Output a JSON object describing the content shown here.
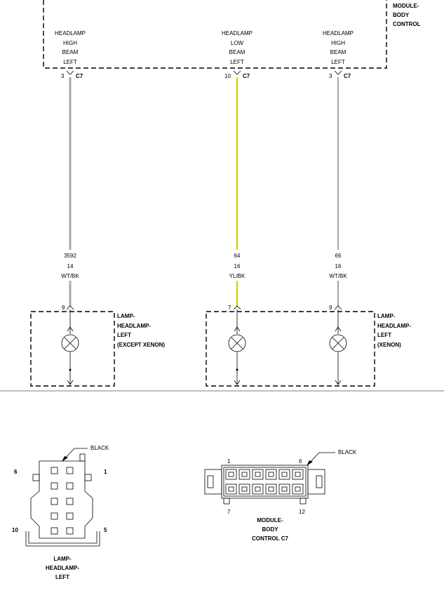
{
  "module": {
    "title_lines": [
      "MODULE-",
      "BODY",
      "CONTROL"
    ],
    "pins": [
      {
        "lines": [
          "HEADLAMP",
          "HIGH",
          "BEAM",
          "LEFT"
        ],
        "pin": "3",
        "connector": "C7"
      },
      {
        "lines": [
          "HEADLAMP",
          "LOW",
          "BEAM",
          "LEFT"
        ],
        "pin": "10",
        "connector": "C7"
      },
      {
        "lines": [
          "HEADLAMP",
          "HIGH",
          "BEAM",
          "LEFT"
        ],
        "pin": "3",
        "connector": "C7"
      }
    ]
  },
  "wires": [
    {
      "circuit": "3592",
      "gauge": "14",
      "color": "WT/BK",
      "stroke": "#a8a8a8",
      "lamp_pin": "9"
    },
    {
      "circuit": "64",
      "gauge": "16",
      "color": "YL/BK",
      "stroke": "#e6e600",
      "lamp_pin": "7"
    },
    {
      "circuit": "66",
      "gauge": "16",
      "color": "WT/BK",
      "stroke": "#9a9a9a",
      "lamp_pin": "9"
    }
  ],
  "lamps": {
    "left": {
      "lines": [
        "LAMP-",
        "HEADLAMP-",
        "LEFT",
        "(EXCEPT XENON)"
      ]
    },
    "right": {
      "lines": [
        "LAMP-",
        "HEADLAMP-",
        "LEFT",
        "(XENON)"
      ]
    }
  },
  "connector_headlamp": {
    "color_label": "BLACK",
    "pin_6": "6",
    "pin_1": "1",
    "pin_10": "10",
    "pin_5": "5",
    "title_lines": [
      "LAMP-",
      "HEADLAMP-",
      "LEFT"
    ]
  },
  "connector_module": {
    "color_label": "BLACK",
    "pin_1": "1",
    "pin_6": "6",
    "pin_7": "7",
    "pin_12": "12",
    "title_lines": [
      "MODULE-",
      "BODY",
      "CONTROL C7"
    ]
  },
  "colors": {
    "line": "#000000",
    "separator": "#999999"
  }
}
